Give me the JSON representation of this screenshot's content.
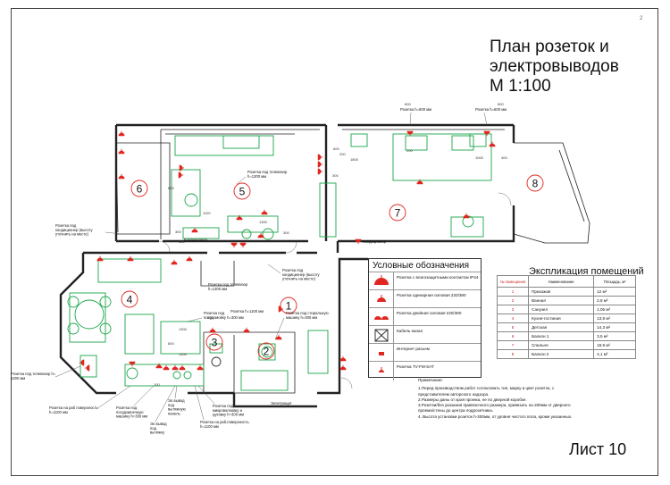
{
  "title_lines": [
    "План розеток и",
    "электровыводов",
    "М 1:100"
  ],
  "sheet_label": "Лист 10",
  "sheet_mark": "2",
  "room_numbers": [
    "1",
    "2",
    "3",
    "4",
    "5",
    "6",
    "7",
    "8"
  ],
  "annotations": {
    "tv_r5": [
      "Розетка под телевизор",
      "h=1200 мм"
    ],
    "ac_left": [
      "Розетка под",
      "кондиционер (высоту",
      "уточнить на месте)"
    ],
    "ac_mid": [
      "Розетка под",
      "кондиционер (высоту",
      "уточнить на месте)"
    ],
    "tv_r4": [
      "Розетка под телевизор",
      "h=1200 мм"
    ],
    "dishwasher": [
      "Розетка под",
      "посудомойку h=300 мм"
    ],
    "washer": [
      "Розетка под стиральную",
      "машину h=300 мм"
    ],
    "r1100": [
      "Розетка h=1100 мм"
    ],
    "tv_low": [
      "Розетка под телевизор h=",
      "1200 мм"
    ],
    "work1": [
      "Розетка на раб поверхность",
      "h=1100 мм"
    ],
    "dish300": [
      "Розетка под",
      "посудомоечную",
      "машину h=300 мм"
    ],
    "vent": [
      "Эл.вывод",
      "под",
      "вытяжную",
      "панель"
    ],
    "hood": [
      "Эл.вывод",
      "под",
      "вытяжку"
    ],
    "micro": [
      "Розетка под",
      "микроволновку и",
      "духовку h=300 мм"
    ],
    "work2": [
      "Розетка на раб.поверхность",
      "h=1100 мм"
    ],
    "shield": [
      "Электрощит"
    ],
    "cond_r4": [
      "Кондиционер"
    ],
    "cond_r7": [
      "Кондиционер"
    ],
    "top1": [
      "Розетка h=600 мм"
    ],
    "top2": [
      "Розетка h=600 мм"
    ]
  },
  "dims": [
    "300",
    "300",
    "1300",
    "300",
    "600",
    "300",
    "1800",
    "200",
    "200",
    "1000",
    "400",
    "600",
    "600",
    "600",
    "1100",
    "600",
    "800",
    "1300",
    "1300",
    "100"
  ],
  "legend": {
    "title": "Условные обозначения",
    "rows": [
      {
        "symbol": "outlet-ip44-icon",
        "text": "Розетка с влагозащитными контактом IP44"
      },
      {
        "symbol": "outlet-single-icon",
        "text": "Розетка одинарная силовая 220/380"
      },
      {
        "symbol": "outlet-double-icon",
        "text": "Розетка двойная силовая 220/380"
      },
      {
        "symbol": "cable-channel-icon",
        "text": "Кабель-канал"
      },
      {
        "symbol": "internet-outlet-icon",
        "text": "Интернет разъем"
      },
      {
        "symbol": "tv-outlet-icon",
        "text": "Розетка TV-FM-SAT"
      }
    ]
  },
  "explication": {
    "title": "Экспликация помещений",
    "headers": [
      "№ помещения",
      "Наименование",
      "Площадь, м²"
    ],
    "rows": [
      {
        "no": "1",
        "name": "Прихожая",
        "area": "12 м²"
      },
      {
        "no": "2",
        "name": "Ванная",
        "area": "2,8 м²"
      },
      {
        "no": "3",
        "name": "Санузел",
        "area": "1,05 м²"
      },
      {
        "no": "4",
        "name": "Кухня-гостиная",
        "area": "13,8 м²"
      },
      {
        "no": "5",
        "name": "Детская",
        "area": "14,3 м²"
      },
      {
        "no": "6",
        "name": "Балкон 1",
        "area": "3,5 м²"
      },
      {
        "no": "7",
        "name": "Спальня",
        "area": "18,9 м²"
      },
      {
        "no": "8",
        "name": "Балкон 2",
        "area": "4,1 м²"
      }
    ]
  },
  "notes": {
    "heading": "Примечание:",
    "items": [
      "1.Перед производством работ согласовать тип, марку и цвет розеток, с представителем авторского надзора.",
      "2.Размеры даны от края проема, не по дверной коробке.",
      "3.Розетки/без указания привязочного размера, привязать на 200мм от дверного проема/стены до центра подрозетника.",
      "4. Высота установки розеток h-300мм, от уровня чистого пола, кроме указанных."
    ]
  },
  "colors": {
    "wall": "#222222",
    "furniture": "#1aa64a",
    "outlet": "#e0261f",
    "text": "#111111"
  }
}
